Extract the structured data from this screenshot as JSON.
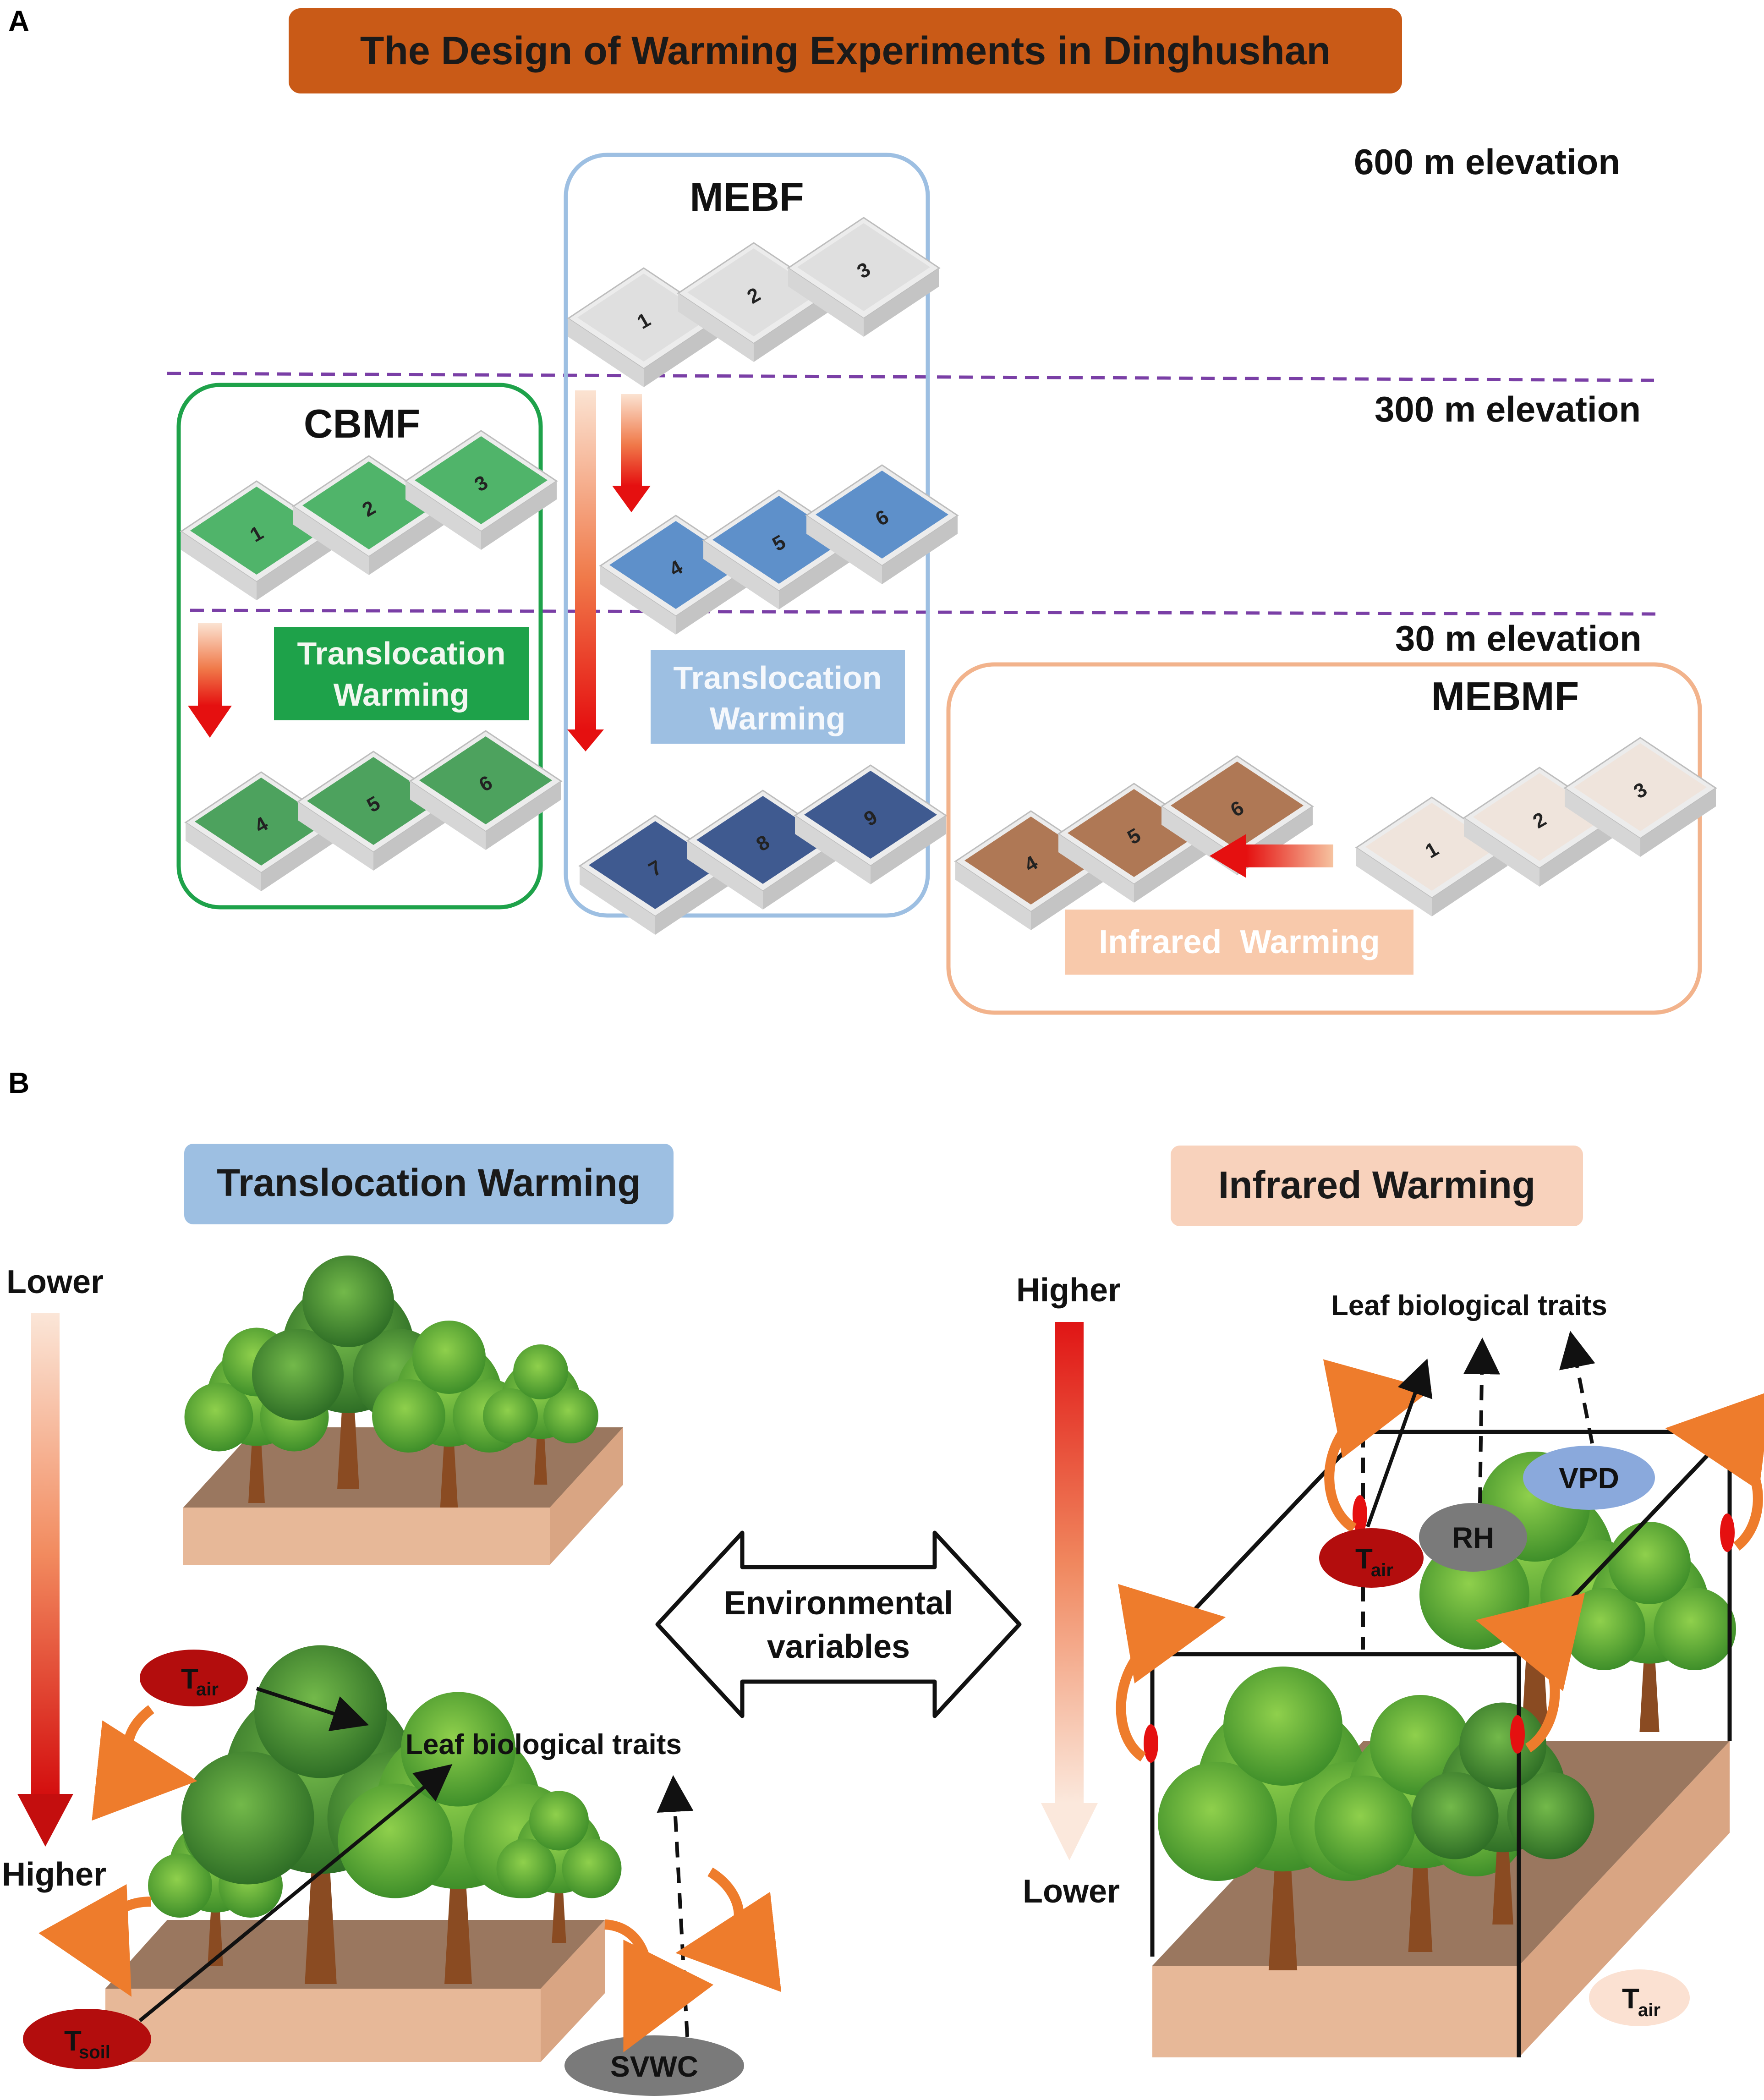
{
  "panel_a": {
    "letter": "A",
    "title": "The Design of Warming Experiments in Dinghushan",
    "elevations": {
      "e600": "600 m elevation",
      "e300": "300 m elevation",
      "e30": "30 m elevation"
    },
    "forests": {
      "cbmf": "CBMF",
      "mebf": "MEBF",
      "mebmf": "MEBMF"
    },
    "plot_numbers": {
      "cbmf": [
        "1",
        "2",
        "3",
        "4",
        "5",
        "6"
      ],
      "mebf": [
        "1",
        "2",
        "3",
        "4",
        "5",
        "6",
        "7",
        "8",
        "9"
      ],
      "mebmf": [
        "4",
        "5",
        "6",
        "1",
        "2",
        "3"
      ]
    },
    "treatments": {
      "cbmf_line1": "Translocation",
      "cbmf_line2": "Warming",
      "mebf_line1": "Translocation",
      "mebf_line2": "Warming",
      "mebmf": "Infrared  Warming"
    }
  },
  "panel_b": {
    "letter": "B",
    "left_header": "Translocation Warming",
    "right_header": "Infrared Warming",
    "left_gradient": {
      "top": "Lower",
      "bottom": "Higher"
    },
    "right_gradient": {
      "top": "Higher",
      "bottom": "Lower"
    },
    "center_arrow": {
      "line1": "Environmental",
      "line2": "variables"
    },
    "left_traits": "Leaf biological traits",
    "right_traits": "Leaf biological traits",
    "variables": {
      "tair": "T",
      "tair_sub": "air",
      "tsoil": "T",
      "tsoil_sub": "soil",
      "svwc": "SVWC",
      "rh": "RH",
      "vpd": "VPD"
    }
  },
  "colors": {
    "title_bg": "#c95a17",
    "cbmf": "#1ea24a",
    "mebf": "#9dbfe2",
    "mebmf": "#f2b38c",
    "translocation_box": "#9dbfe2",
    "infrared_box": "#f8d2bc",
    "tair": "#b30d0d",
    "grey_var": "#7a7a7a",
    "vpd": "#8aa9dc",
    "dash": "#7a3fa6"
  }
}
